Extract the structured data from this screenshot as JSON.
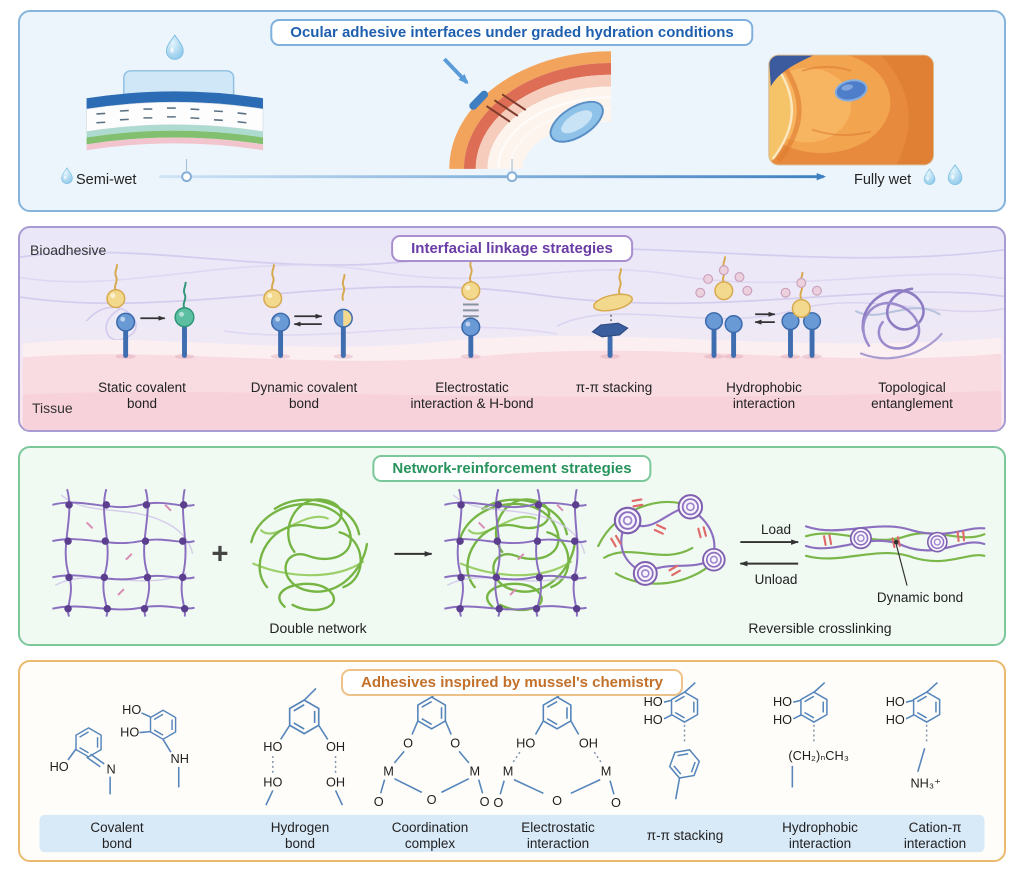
{
  "colors": {
    "panel1_accent": "#2e6db4",
    "panel2_accent": "#6a3ca5",
    "panel3_accent": "#27935d",
    "panel4_accent": "#c2702a"
  },
  "panel1": {
    "title": "Ocular adhesive interfaces under graded hydration conditions",
    "scale_left": "Semi-wet",
    "scale_right": "Fully wet"
  },
  "panel2": {
    "title": "Interfacial linkage strategies",
    "top_layer": "Bioadhesive",
    "bottom_layer": "Tissue",
    "mechanisms": [
      {
        "label": "Static covalent\nbond"
      },
      {
        "label": "Dynamic covalent\nbond"
      },
      {
        "label": "Electrostatic\ninteraction & H-bond"
      },
      {
        "label": "π-π stacking"
      },
      {
        "label": "Hydrophobic\ninteraction"
      },
      {
        "label": "Topological\nentanglement"
      }
    ]
  },
  "panel3": {
    "title": "Network-reinforcement strategies",
    "plus": "+",
    "double_network": "Double network",
    "load": "Load",
    "unload": "Unload",
    "dynamic_bond": "Dynamic bond",
    "reversible": "Reversible crosslinking"
  },
  "panel4": {
    "title": "Adhesives inspired by mussel's chemistry",
    "structures": [
      {
        "label": "Covalent\nbond",
        "atoms": [
          "HO",
          "N",
          "HO",
          "HO",
          "NH"
        ]
      },
      {
        "label": "Hydrogen\nbond",
        "atoms": [
          "HO",
          "OH",
          "HO",
          "OH"
        ]
      },
      {
        "label": "Coordination\ncomplex",
        "atoms": [
          "O",
          "O",
          "M",
          "M",
          "O",
          "O",
          "O"
        ]
      },
      {
        "label": "Electrostatic\ninteraction",
        "atoms": [
          "HO",
          "OH",
          "M",
          "M",
          "O",
          "O",
          "O"
        ]
      },
      {
        "label": "π-π stacking",
        "atoms": [
          "HO",
          "HO"
        ]
      },
      {
        "label": "Hydrophobic\ninteraction",
        "atoms": [
          "HO",
          "HO",
          "(CH₂)ₙCH₃"
        ]
      },
      {
        "label": "Cation-π\ninteraction",
        "atoms": [
          "HO",
          "HO",
          "NH₃⁺"
        ]
      }
    ]
  }
}
